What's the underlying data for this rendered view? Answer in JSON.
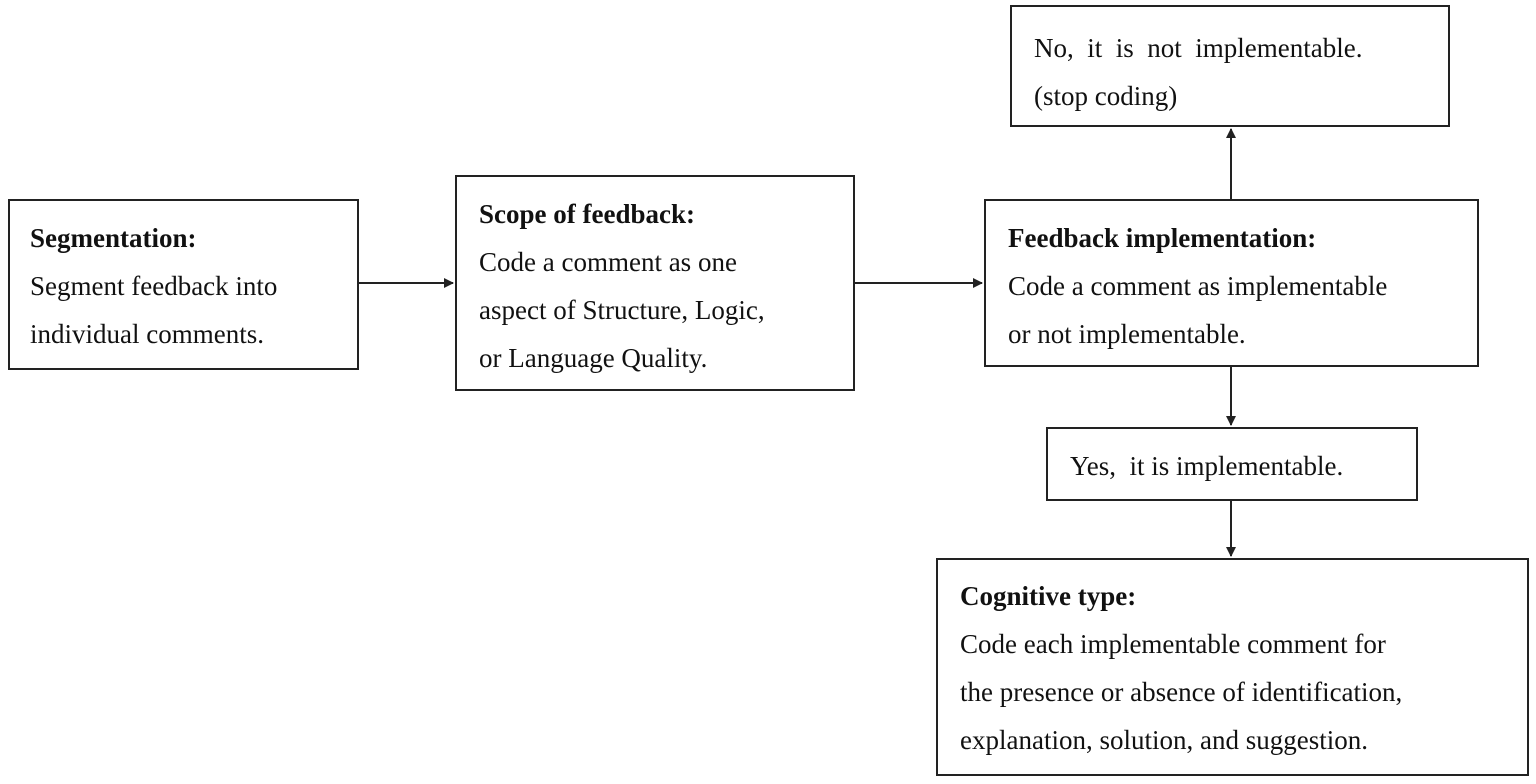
{
  "segmentation": {
    "heading": "Segmentation:",
    "lines": [
      "Segment feedback into",
      "individual comments."
    ]
  },
  "scope": {
    "heading": "Scope of feedback:",
    "lines": [
      "Code a comment as one",
      "aspect of Structure, Logic,",
      "or Language Quality."
    ]
  },
  "implementation": {
    "heading": "Feedback implementation:",
    "lines": [
      "Code a comment as implementable",
      "or not implementable."
    ]
  },
  "not_implementable": {
    "lines": [
      "No,  it  is  not  implementable.",
      "(stop coding)"
    ]
  },
  "implementable": {
    "text": "Yes,  it is implementable."
  },
  "cognitive": {
    "heading": "Cognitive type:",
    "lines": [
      "Code each implementable comment for",
      "the presence or absence of identification,",
      "explanation, solution, and suggestion."
    ]
  },
  "colors": {
    "stroke": "#222222",
    "text": "#111111",
    "background": "#ffffff"
  }
}
